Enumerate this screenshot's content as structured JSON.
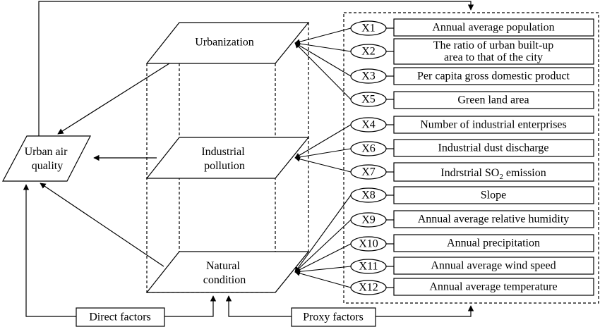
{
  "colors": {
    "stroke": "#000000",
    "background": "#ffffff"
  },
  "diagram": {
    "urbanization": "Urbanization",
    "industrial_pollution": [
      "Industrial",
      "pollution"
    ],
    "natural_condition": [
      "Natural",
      "condition"
    ],
    "urban_air_quality": [
      "Urban air",
      "quality"
    ],
    "direct_factors": "Direct factors",
    "proxy_factors": "Proxy factors",
    "factors": [
      {
        "id": "X1",
        "label": [
          "Annual average population"
        ]
      },
      {
        "id": "X2",
        "label": [
          "The ratio of urban built-up",
          "area to that of the city"
        ]
      },
      {
        "id": "X3",
        "label": [
          "Per capita gross domestic product"
        ]
      },
      {
        "id": "X5",
        "label": [
          "Green land area"
        ]
      },
      {
        "id": "X4",
        "label": [
          "Number of industrial enterprises"
        ]
      },
      {
        "id": "X6",
        "label": [
          "Industrial dust discharge"
        ]
      },
      {
        "id": "X7",
        "label": [
          "Indrstrial SO",
          "2",
          " emission"
        ]
      },
      {
        "id": "X8",
        "label": [
          "Slope"
        ]
      },
      {
        "id": "X9",
        "label": [
          "Annual average relative humidity"
        ]
      },
      {
        "id": "X10",
        "label": [
          "Annual precipitation"
        ]
      },
      {
        "id": "X11",
        "label": [
          "Annual average wind speed"
        ]
      },
      {
        "id": "X12",
        "label": [
          "Annual average temperature"
        ]
      }
    ]
  }
}
